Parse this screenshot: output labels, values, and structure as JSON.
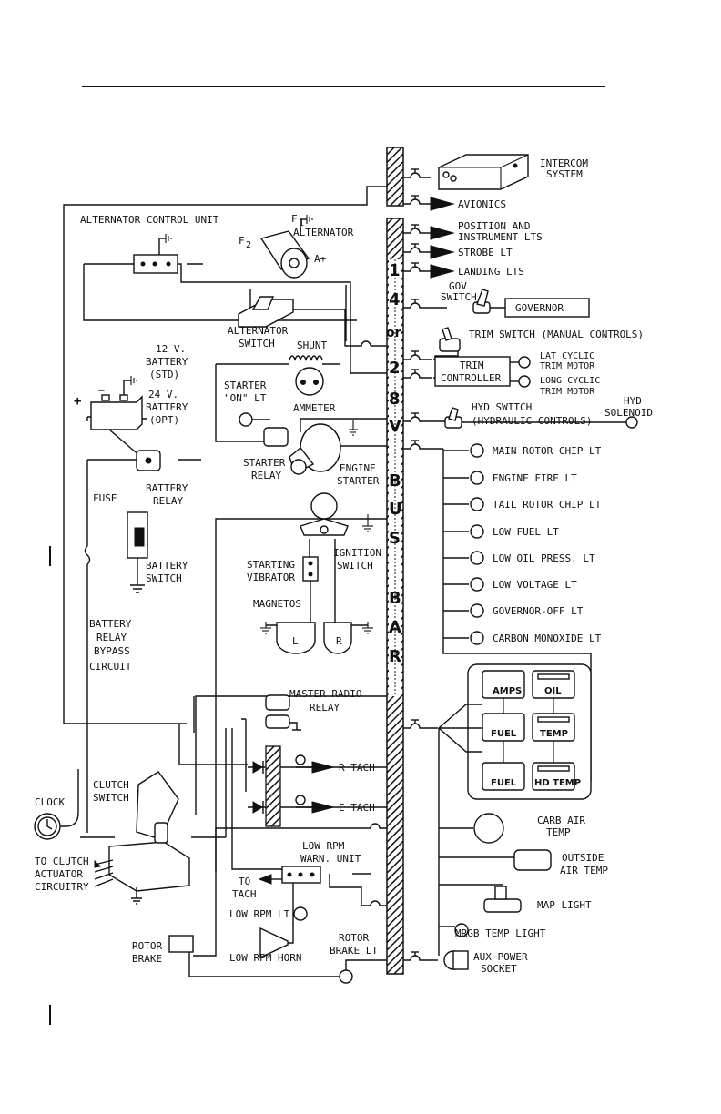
{
  "page": {
    "header_rule": true,
    "margin_marks": 2
  },
  "bus_bar": {
    "letters": [
      "1",
      "4",
      "or",
      "2",
      "8",
      "V",
      "B",
      "U",
      "S",
      "B",
      "A",
      "R"
    ]
  },
  "labels": {
    "intercom": [
      "INTERCOM",
      "SYSTEM"
    ],
    "avionics": "AVIONICS",
    "position_lts": [
      "POSITION AND",
      "INSTRUMENT LTS"
    ],
    "strobe_lt": "STROBE LT",
    "landing_lts": "LANDING LTS",
    "gov_switch": [
      "GOV",
      "SWITCH"
    ],
    "governor": "GOVERNOR",
    "trim_switch": "TRIM SWITCH (MANUAL CONTROLS)",
    "trim_controller": [
      "TRIM",
      "CONTROLLER"
    ],
    "lat_cyclic": [
      "LAT CYCLIC",
      "TRIM MOTOR"
    ],
    "long_cyclic": [
      "LONG CYCLIC",
      "TRIM MOTOR"
    ],
    "hyd_switch": [
      "HYD SWITCH",
      "(HYDRAULIC CONTROLS)"
    ],
    "hyd_solenoid": [
      "HYD",
      "SOLENOID"
    ],
    "alternator_control_unit": "ALTERNATOR CONTROL UNIT",
    "f1": "F",
    "f1_sub": "1",
    "f2": "F",
    "f2_sub": "2",
    "alternator": "ALTERNATOR",
    "a_plus": "A+",
    "alternator_switch": [
      "ALTERNATOR",
      "SWITCH"
    ],
    "shunt": "SHUNT",
    "ammeter": "AMMETER",
    "battery_12v": [
      "12 V.",
      "BATTERY",
      "(STD)"
    ],
    "battery_24v": [
      "24 V.",
      "BATTERY",
      "(OPT)"
    ],
    "plus": "+",
    "minus": "—",
    "starter_on_lt": [
      "STARTER",
      "\"ON\" LT"
    ],
    "starter_relay": [
      "STARTER",
      "RELAY"
    ],
    "engine_starter": [
      "ENGINE",
      "STARTER"
    ],
    "fuse": "FUSE",
    "battery_relay": [
      "BATTERY",
      "RELAY"
    ],
    "battery_switch": [
      "BATTERY",
      "SWITCH"
    ],
    "starting_vibrator": [
      "STARTING",
      "VIBRATOR"
    ],
    "ignition_switch": [
      "IGNITION",
      "SWITCH"
    ],
    "magnetos": "MAGNETOS",
    "mag_l": "L",
    "mag_r": "R",
    "bypass": [
      "BATTERY",
      "RELAY",
      "BYPASS",
      "CIRCUIT"
    ],
    "master_radio_relay": [
      "MASTER RADIO",
      "RELAY"
    ],
    "r_tach": "R TACH",
    "e_tach": "E TACH",
    "clutch_switch": [
      "CLUTCH",
      "SWITCH"
    ],
    "clock": "CLOCK",
    "to_clutch": [
      "TO CLUTCH",
      "ACTUATOR",
      "CIRCUITRY"
    ],
    "low_rpm_warn": [
      "LOW RPM",
      "WARN. UNIT"
    ],
    "to_tach": [
      "TO",
      "TACH"
    ],
    "low_rpm_lt": "LOW RPM LT",
    "low_rpm_horn": "LOW RPM HORN",
    "rotor_brake": [
      "ROTOR",
      "BRAKE"
    ],
    "rotor_brake_lt": [
      "ROTOR",
      "BRAKE LT"
    ],
    "carb_air_temp": [
      "CARB AIR",
      "TEMP"
    ],
    "outside_air_temp": [
      "OUTSIDE",
      "AIR TEMP"
    ],
    "map_light": "MAP LIGHT",
    "mrgb_temp_light": "MRGB TEMP LIGHT",
    "aux_power": [
      "AUX POWER",
      "SOCKET"
    ]
  },
  "warning_lights": [
    "MAIN ROTOR CHIP LT",
    "ENGINE FIRE LT",
    "TAIL ROTOR CHIP LT",
    "LOW FUEL LT",
    "LOW OIL PRESS. LT",
    "LOW VOLTAGE LT",
    "GOVERNOR-OFF LT",
    "CARBON MONOXIDE LT"
  ],
  "gauges": [
    "AMPS",
    "OIL",
    "FUEL",
    "TEMP",
    "FUEL",
    "HD TEMP"
  ]
}
